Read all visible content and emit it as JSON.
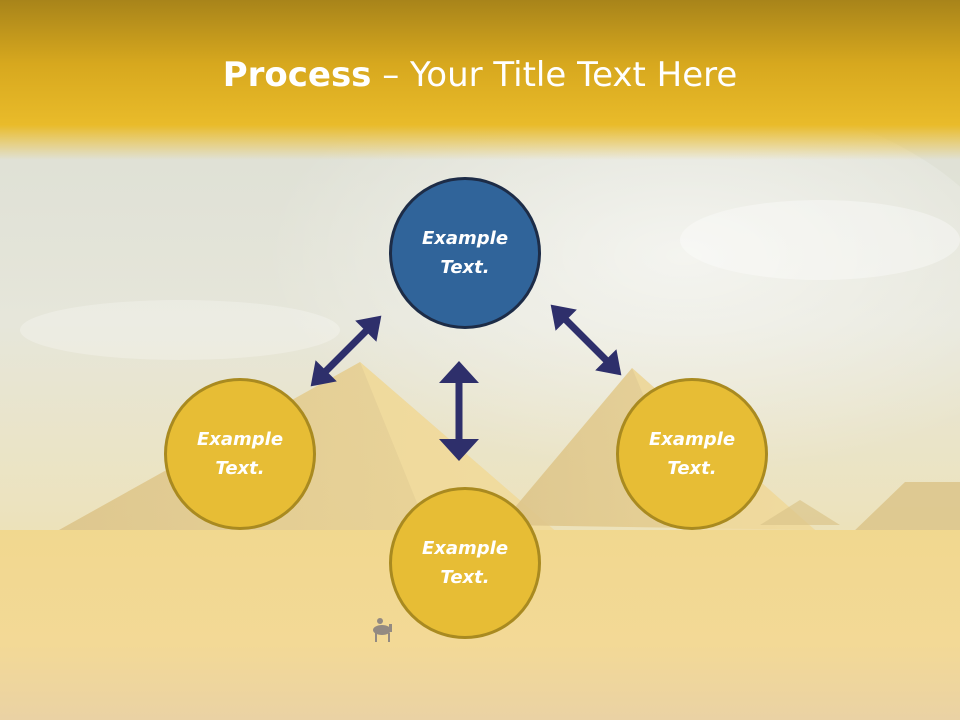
{
  "slide": {
    "title_bold": "Process",
    "title_rest": " – Your Title Text Here",
    "nodes": {
      "top": {
        "line1": "Example",
        "line2": "Text."
      },
      "left": {
        "line1": "Example",
        "line2": "Text."
      },
      "right": {
        "line1": "Example",
        "line2": "Text."
      },
      "bottom": {
        "line1": "Example",
        "line2": "Text."
      }
    }
  },
  "colors": {
    "header": "#e9bb2a",
    "node_primary": "#30649a",
    "node_secondary": "#e7bd35",
    "arrow": "#2e2f6b"
  }
}
